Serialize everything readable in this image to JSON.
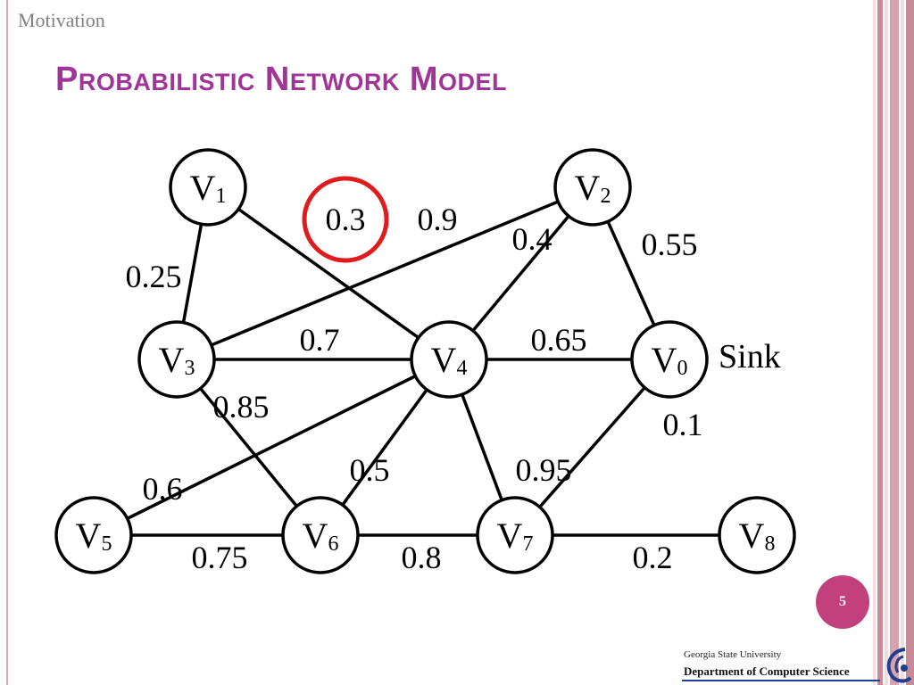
{
  "slide": {
    "section": "Motivation",
    "title": "Probabilistic Network Model",
    "page_number": "5"
  },
  "footer": {
    "university": "Georgia State University",
    "department": "Department of Computer Science"
  },
  "colors": {
    "title": "#a03597",
    "highlight": "#e01b1b",
    "badge": "#c2417d",
    "stripe_dark": "#c98a97",
    "stripe_light": "#efdde2"
  },
  "graph": {
    "nodes": [
      {
        "id": "V1",
        "base": "V",
        "sub": "1"
      },
      {
        "id": "V2",
        "base": "V",
        "sub": "2"
      },
      {
        "id": "V3",
        "base": "V",
        "sub": "3"
      },
      {
        "id": "V4",
        "base": "V",
        "sub": "4"
      },
      {
        "id": "V0",
        "base": "V",
        "sub": "0"
      },
      {
        "id": "V5",
        "base": "V",
        "sub": "5"
      },
      {
        "id": "V6",
        "base": "V",
        "sub": "6"
      },
      {
        "id": "V7",
        "base": "V",
        "sub": "7"
      },
      {
        "id": "V8",
        "base": "V",
        "sub": "8"
      }
    ],
    "edges": [
      {
        "from": "V1",
        "to": "V3",
        "label": "0.25"
      },
      {
        "from": "V1",
        "to": "V4",
        "label": "0.3",
        "highlight": true
      },
      {
        "from": "V3",
        "to": "V2",
        "label": "0.9"
      },
      {
        "from": "V4",
        "to": "V2",
        "label": "0.4"
      },
      {
        "from": "V2",
        "to": "V0",
        "label": "0.55"
      },
      {
        "from": "V3",
        "to": "V4",
        "label": "0.7"
      },
      {
        "from": "V4",
        "to": "V0",
        "label": "0.65"
      },
      {
        "from": "V3",
        "to": "V6",
        "label": "0.85"
      },
      {
        "from": "V5",
        "to": "V4",
        "label": "0.6"
      },
      {
        "from": "V6",
        "to": "V4",
        "label": "0.5"
      },
      {
        "from": "V4",
        "to": "V7",
        "label": "0.95"
      },
      {
        "from": "V0",
        "to": "V7",
        "label": "0.1"
      },
      {
        "from": "V5",
        "to": "V6",
        "label": "0.75"
      },
      {
        "from": "V6",
        "to": "V7",
        "label": "0.8"
      },
      {
        "from": "V7",
        "to": "V8",
        "label": "0.2"
      }
    ],
    "sink_label": "Sink"
  }
}
